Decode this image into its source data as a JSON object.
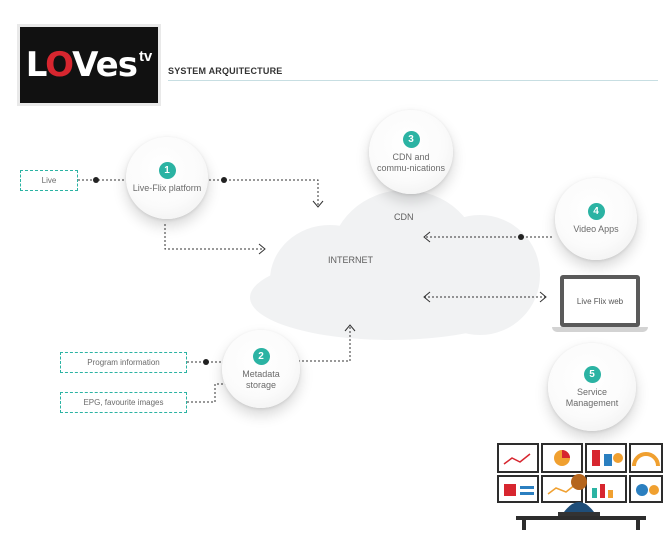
{
  "header": {
    "logo_main": "LOVes",
    "logo_sup": "tv",
    "title": "SYSTEM ARQUITECTURE"
  },
  "diagram": {
    "nodes": [
      {
        "id": "1",
        "badge": "1",
        "label": "Live-Flix platform"
      },
      {
        "id": "2",
        "badge": "2",
        "label": "Metadata storage"
      },
      {
        "id": "3",
        "badge": "3",
        "label": "CDN and commu-nications"
      },
      {
        "id": "4",
        "badge": "4",
        "label": "Video Apps"
      },
      {
        "id": "5",
        "badge": "5",
        "label": "Service Management"
      }
    ],
    "boxes": {
      "live": "Live",
      "program_info": "Program information",
      "epg": "EPG, favourite images"
    },
    "labels": {
      "internet": "INTERNET",
      "cdn": "CDN",
      "laptop": "Live Flix web"
    },
    "colors": {
      "accent": "#2bb3a3",
      "logo_bg": "#111111",
      "logo_red": "#d7262f",
      "cloud": "#f1f2f3"
    }
  }
}
